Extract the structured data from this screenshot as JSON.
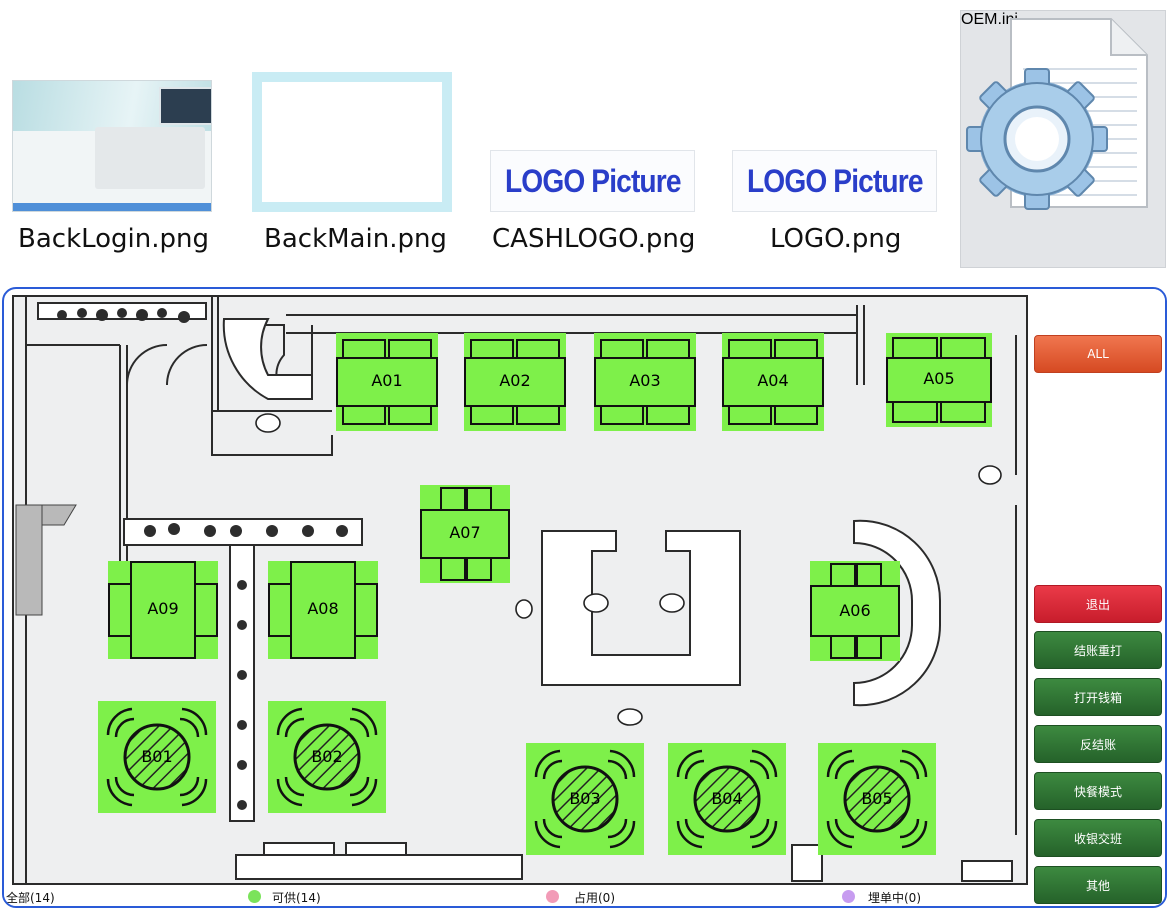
{
  "files": [
    {
      "name": "BackLogin.png"
    },
    {
      "name": "BackMain.png"
    },
    {
      "name": "CASHLOGO.png",
      "preview_text": "LOGO Picture"
    },
    {
      "name": "LOGO.png",
      "preview_text": "LOGO Picture"
    },
    {
      "name": "OEM.ini"
    }
  ],
  "tables": [
    {
      "id": "A01",
      "status": "available"
    },
    {
      "id": "A02",
      "status": "available"
    },
    {
      "id": "A03",
      "status": "available"
    },
    {
      "id": "A04",
      "status": "available"
    },
    {
      "id": "A05",
      "status": "available"
    },
    {
      "id": "A06",
      "status": "available"
    },
    {
      "id": "A07",
      "status": "available"
    },
    {
      "id": "A08",
      "status": "available"
    },
    {
      "id": "A09",
      "status": "available"
    },
    {
      "id": "B01",
      "status": "available"
    },
    {
      "id": "B02",
      "status": "available"
    },
    {
      "id": "B03",
      "status": "available"
    },
    {
      "id": "B04",
      "status": "available"
    },
    {
      "id": "B05",
      "status": "available"
    }
  ],
  "sidebar": {
    "all": "ALL",
    "exit": "退出",
    "reprint": "结账重打",
    "open_drawer": "打开钱箱",
    "reverse_checkout": "反结账",
    "fast_food": "快餐模式",
    "shift_handover": "收银交班",
    "other": "其他"
  },
  "status_bar": {
    "all": "全部(14)",
    "available": "可供(14)",
    "occupied": "占用(0)",
    "billing": "埋单中(0)"
  },
  "colors": {
    "available": "#7ef04a",
    "occupied": "#f29bb7",
    "billing": "#c79cf0",
    "available_dot": "#7be35b",
    "frame": "#2a5bd7"
  }
}
